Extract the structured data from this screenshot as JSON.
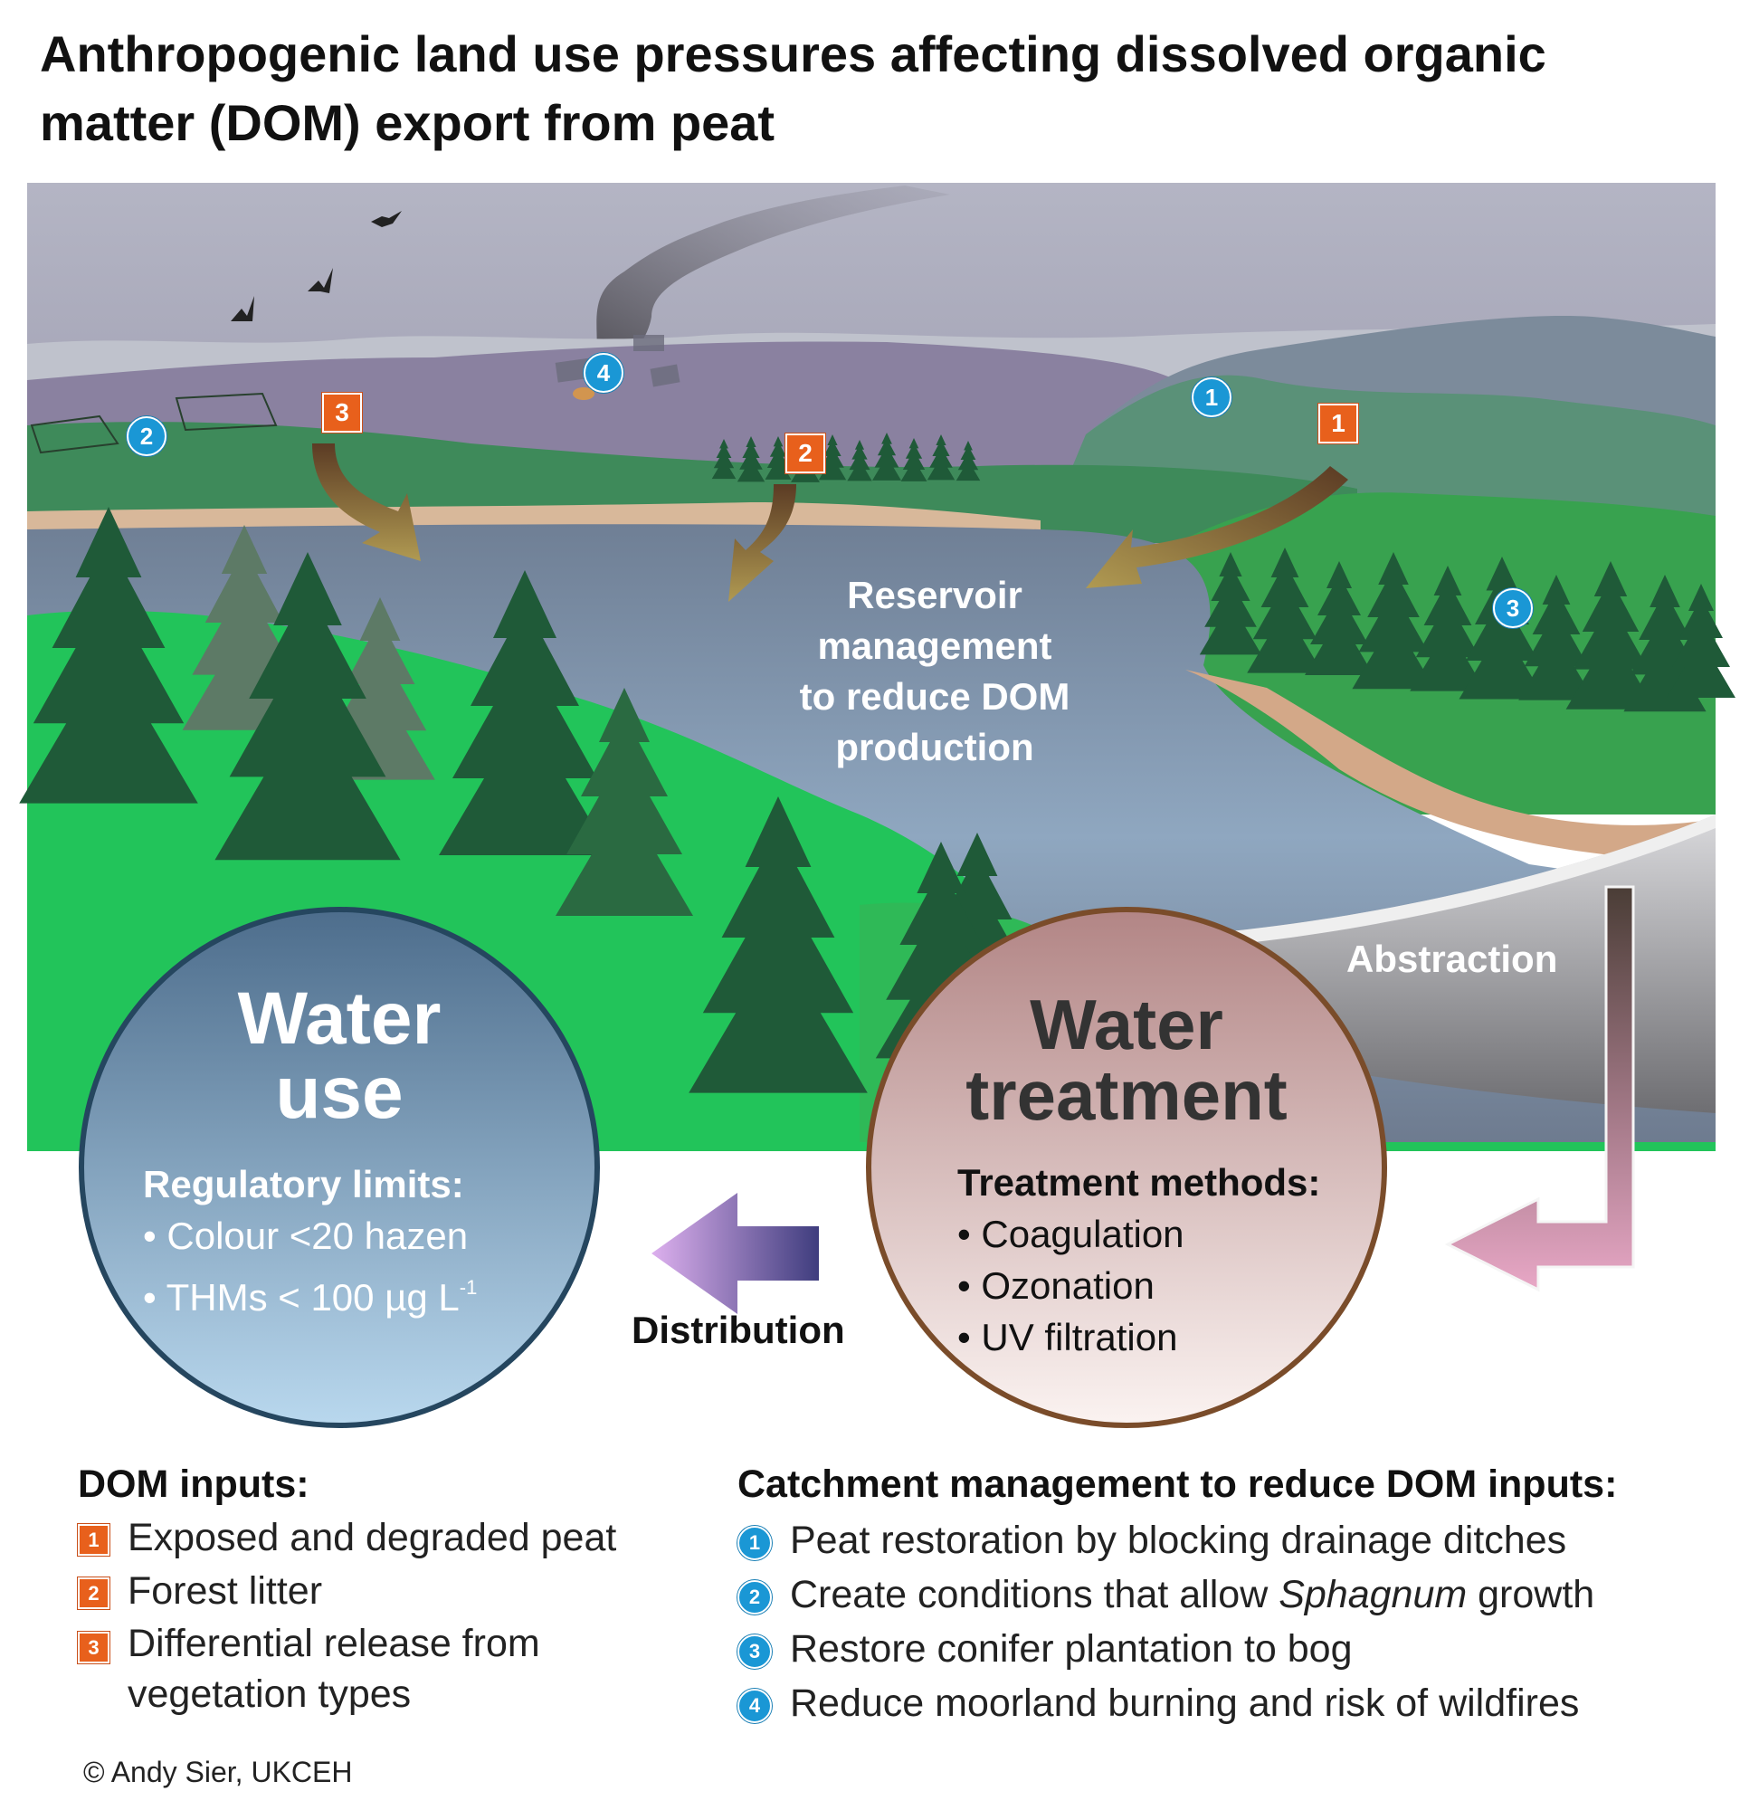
{
  "title": "Anthropogenic land use pressures affecting dissolved organic matter (DOM) export from peat",
  "scene": {
    "reservoir_label_lines": [
      "Reservoir",
      "management",
      "to reduce DOM",
      "production"
    ],
    "abstraction_label": "Abstraction",
    "distribution_label": "Distribution",
    "markers": {
      "pressure": [
        "1",
        "2",
        "3"
      ],
      "management": [
        "1",
        "2",
        "3",
        "4"
      ]
    }
  },
  "water_use": {
    "title_line1": "Water",
    "title_line2": "use",
    "subtitle": "Regulatory limits:",
    "items": [
      "• Colour <20 hazen",
      "• THMs < 100 µg L"
    ],
    "thm_superscript": "-1"
  },
  "water_treatment": {
    "title_line1": "Water",
    "title_line2": "treatment",
    "subtitle": "Treatment methods:",
    "items": [
      "• Coagulation",
      "• Ozonation",
      "• UV filtration"
    ]
  },
  "dom_inputs": {
    "heading": "DOM inputs:",
    "items": [
      {
        "num": "1",
        "text": "Exposed and degraded peat"
      },
      {
        "num": "2",
        "text": "Forest litter"
      },
      {
        "num": "3",
        "text": "Differential release from",
        "text2": "vegetation types"
      }
    ]
  },
  "catchment": {
    "heading": "Catchment management to reduce DOM inputs:",
    "items": [
      {
        "num": "1",
        "text": "Peat restoration by blocking drainage ditches"
      },
      {
        "num": "2",
        "before": "Create conditions that allow ",
        "italic": "Sphagnum",
        "after": " growth"
      },
      {
        "num": "3",
        "text": "Restore conifer plantation to bog"
      },
      {
        "num": "4",
        "text": "Reduce moorland burning and risk of wildfires"
      }
    ]
  },
  "credit": "© Andy Sier, UKCEH",
  "colors": {
    "pressure_marker": "#e8601c",
    "management_marker": "#1a97d5",
    "bright_green": "#22c45a",
    "dark_conifer": "#1f5a38",
    "water": "#8ea7c0",
    "water_use_circle": "#5b7ea0",
    "treatment_circle": "#b98f8f",
    "circle_border_blue": "#25465f",
    "circle_border_brown": "#7a4c2a"
  }
}
